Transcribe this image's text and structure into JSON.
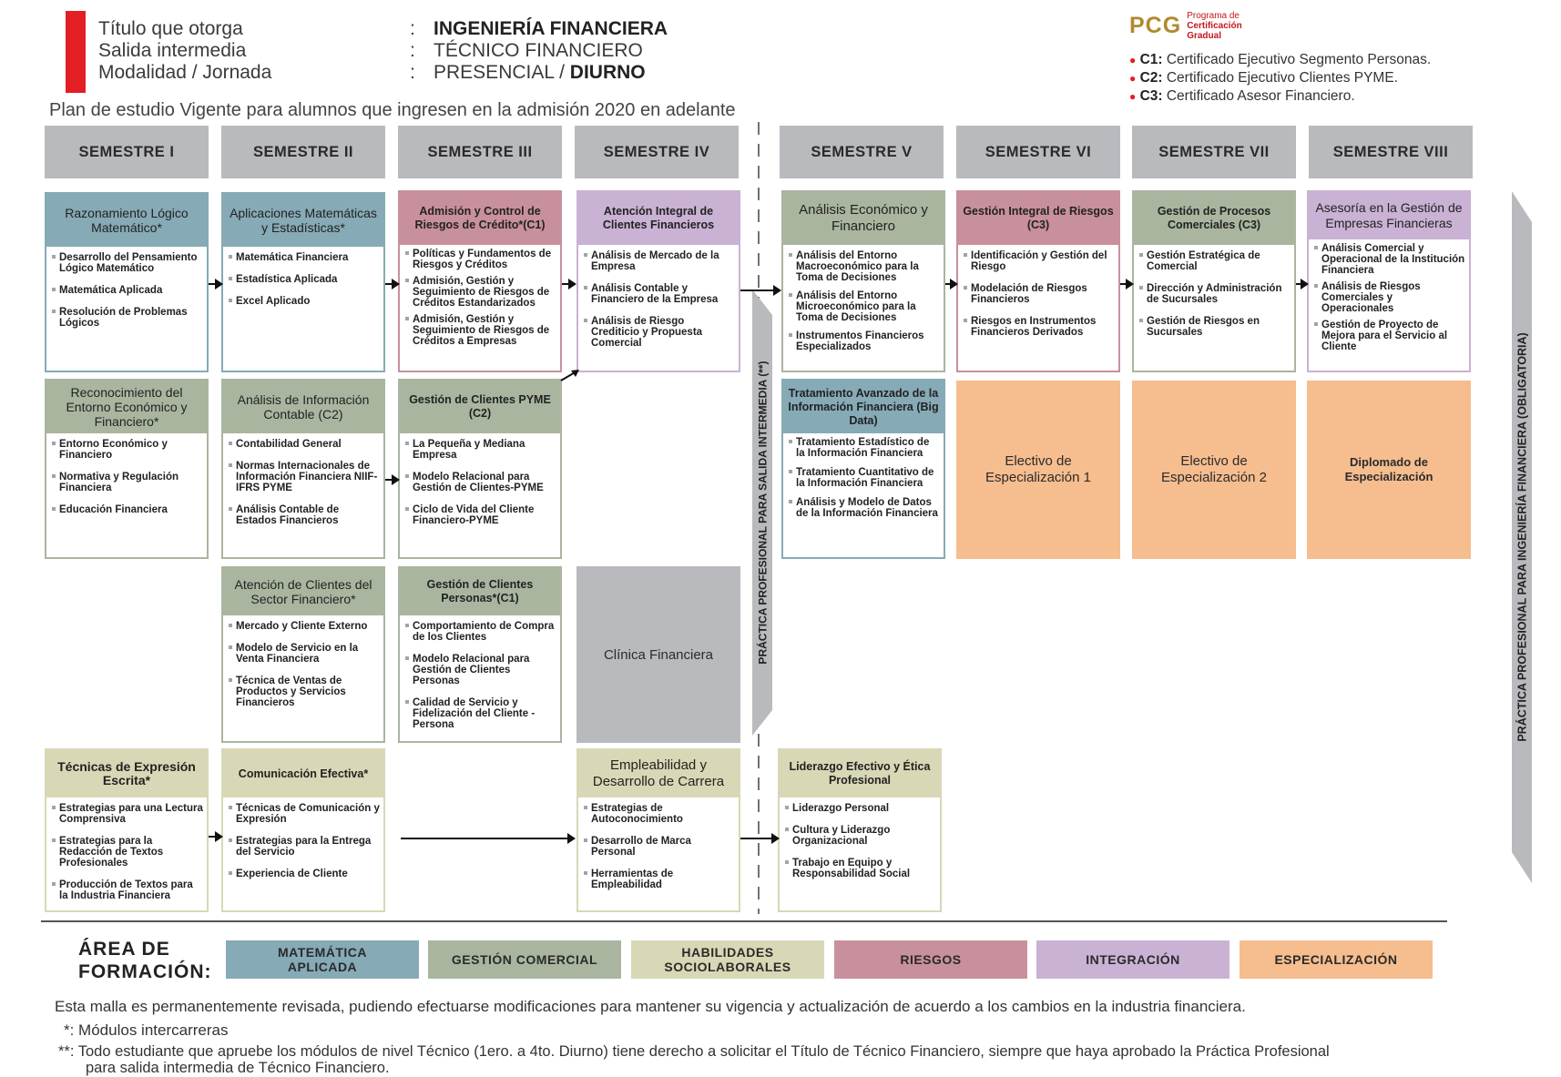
{
  "header": {
    "label1": "Título que otorga",
    "label2": "Salida intermedia",
    "label3": "Modalidad / Jornada",
    "value1": "INGENIERÍA FINANCIERA",
    "value2": "TÉCNICO FINANCIERO",
    "value3a": "PRESENCIAL / ",
    "value3b": "DIURNO",
    "colon": ":",
    "plan": "Plan de estudio Vigente para alumnos que ingresen en la admisión 2020 en adelante"
  },
  "pcg": {
    "mark": "PCG",
    "line1": "Programa de",
    "line2": "Certificación",
    "line3": "Gradual"
  },
  "certs": [
    {
      "code": "C1:",
      "text": "Certificado Ejecutivo Segmento Personas."
    },
    {
      "code": "C2:",
      "text": "Certificado Ejecutivo Clientes PYME."
    },
    {
      "code": "C3:",
      "text": "Certificado Asesor Financiero."
    }
  ],
  "semesters": [
    "SEMESTRE I",
    "SEMESTRE II",
    "SEMESTRE III",
    "SEMESTRE IV",
    "SEMESTRE V",
    "SEMESTRE VI",
    "SEMESTRE VII",
    "SEMESTRE VIII"
  ],
  "courses": {
    "s1a": {
      "title": "Razonamiento Lógico Matemático*",
      "items": [
        "Desarrollo del Pensamiento Lógico Matemático",
        "Matemática Aplicada",
        "Resolución de Problemas Lógicos"
      ]
    },
    "s1b": {
      "title": "Reconocimiento del Entorno Económico y Financiero*",
      "items": [
        "Entorno Económico y Financiero",
        "Normativa y Regulación Financiera",
        "Educación Financiera"
      ]
    },
    "s1d": {
      "title": "Técnicas de Expresión Escrita*",
      "items": [
        "Estrategias para una Lectura Comprensiva",
        "Estrategias para la Redacción de Textos Profesionales",
        "Producción de Textos para la Industria Financiera"
      ]
    },
    "s2a": {
      "title": "Aplicaciones Matemáticas y Estadísticas*",
      "items": [
        "Matemática Financiera",
        "Estadística Aplicada",
        "Excel Aplicado"
      ]
    },
    "s2b": {
      "title": "Análisis de Información Contable (C2)",
      "items": [
        "Contabilidad General",
        "Normas Internacionales de Información Financiera NIIF-IFRS PYME",
        "Análisis Contable de Estados Financieros"
      ]
    },
    "s2c": {
      "title": "Atención de Clientes del Sector Financiero*",
      "items": [
        "Mercado y Cliente Externo",
        "Modelo de Servicio en la Venta Financiera",
        "Técnica de Ventas de Productos y Servicios Financieros"
      ]
    },
    "s2d": {
      "title": "Comunicación Efectiva*",
      "items": [
        "Técnicas de Comunicación y Expresión",
        "Estrategias para la Entrega del Servicio",
        "Experiencia de Cliente"
      ]
    },
    "s3a": {
      "title": "Admisión y Control de Riesgos de Crédito*(C1)",
      "items": [
        "Políticas y Fundamentos de Riesgos y Créditos",
        "Admisión, Gestión y Seguimiento de Riesgos de Créditos Estandarizados",
        "Admisión, Gestión y Seguimiento de Riesgos de Créditos a Empresas"
      ]
    },
    "s3b": {
      "title": "Gestión de Clientes PYME (C2)",
      "items": [
        "La Pequeña y Mediana Empresa",
        "Modelo Relacional para Gestión de Clientes-PYME",
        "Ciclo de Vida del Cliente Financiero-PYME"
      ]
    },
    "s3c": {
      "title": "Gestión de Clientes Personas*(C1)",
      "items": [
        "Comportamiento de Compra de los Clientes",
        "Modelo Relacional para Gestión de Clientes Personas",
        "Calidad de Servicio y Fidelización del Cliente - Persona"
      ]
    },
    "s4a": {
      "title": "Atención Integral de Clientes Financieros",
      "items": [
        "Análisis de Mercado de la Empresa",
        "Análisis Contable y Financiero de la Empresa",
        "Análisis de Riesgo Crediticio y Propuesta Comercial"
      ]
    },
    "s4c": {
      "title": "Clínica Financiera"
    },
    "s4d": {
      "title": "Empleabilidad y Desarrollo de Carrera",
      "items": [
        "Estrategias de Autoconocimiento",
        "Desarrollo de Marca Personal",
        "Herramientas de Empleabilidad"
      ]
    },
    "s5a": {
      "title": "Análisis Económico y Financiero",
      "items": [
        "Análisis del Entorno Macroeconómico para la Toma de Decisiones",
        "Análisis del Entorno Microeconómico para la Toma de Decisiones",
        "Instrumentos Financieros Especializados"
      ]
    },
    "s5b": {
      "title": "Tratamiento Avanzado de la Información Financiera (Big Data)",
      "items": [
        "Tratamiento Estadístico de la Información Financiera",
        "Tratamiento Cuantitativo de la Información Financiera",
        "Análisis y Modelo de Datos de la Información Financiera"
      ]
    },
    "s5d": {
      "title": "Liderazgo Efectivo y Ética Profesional",
      "items": [
        "Liderazgo Personal",
        "Cultura y Liderazgo Organizacional",
        "Trabajo en Equipo y Responsabilidad Social"
      ]
    },
    "s6a": {
      "title": "Gestión Integral de Riesgos (C3)",
      "items": [
        "Identificación y Gestión del Riesgo",
        "Modelación de Riesgos Financieros",
        "Riesgos en Instrumentos Financieros Derivados"
      ]
    },
    "s6b": {
      "title": "Electivo de Especialización 1"
    },
    "s7a": {
      "title": "Gestión de Procesos Comerciales (C3)",
      "items": [
        "Gestión Estratégica de Comercial",
        "Dirección y Administración de Sucursales",
        "Gestión de Riesgos en Sucursales"
      ]
    },
    "s7b": {
      "title": "Electivo de Especialización 2"
    },
    "s8a": {
      "title": "Asesoría en la Gestión de Empresas Financieras",
      "items": [
        "Análisis Comercial y Operacional de la Institución Financiera",
        "Análisis de Riesgos Comerciales y Operacionales",
        "Gestión de Proyecto de Mejora para el Servicio al Cliente"
      ]
    },
    "s8b": {
      "title": "Diplomado de Especialización"
    }
  },
  "practica_intermedia": "PRÁCTICA PROFESIONAL PARA SALIDA INTERMEDIA (**)",
  "practica_final": "PRÁCTICA PROFESIONAL PARA INGENIERÍA FINANCIERA (OBLIGATORIA)",
  "legend": {
    "title1": "ÁREA DE",
    "title2": "FORMACIÓN:",
    "areas": [
      "MATEMÁTICA APLICADA",
      "GESTIÓN COMERCIAL",
      "HABILIDADES SOCIOLABORALES",
      "RIESGOS",
      "INTEGRACIÓN",
      "ESPECIALIZACIÓN"
    ]
  },
  "colors": {
    "mat": "#86aab6",
    "ges": "#aab59f",
    "hab": "#d8d8b6",
    "rie": "#c8909c",
    "int": "#c9b2d4",
    "esp": "#f6bd8e",
    "red": "#e31e24"
  },
  "footer": {
    "note": "Esta malla es permanentemente revisada, pudiendo efectuarse modificaciones para mantener su vigencia y actualización de acuerdo a los cambios en la industria financiera.",
    "star": "*: Módulos intercarreras",
    "dstar1": "**: Todo estudiante que apruebe los módulos de nivel Técnico (1ero. a 4to. Diurno) tiene derecho a solicitar el Título de Técnico Financiero, siempre que haya  aprobado la Práctica Profesional",
    "dstar2": "para salida intermedia de Técnico Financiero."
  }
}
